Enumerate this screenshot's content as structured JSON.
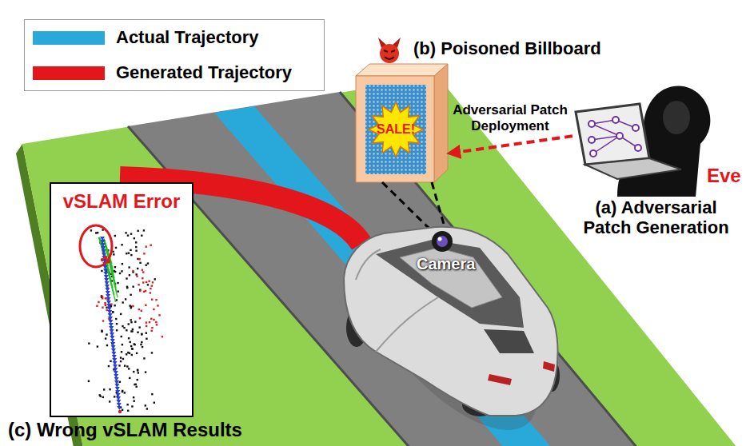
{
  "diagram": {
    "nodes": [
      {
        "text": [
          "(b) Poisoned Billboard",
          "SALE!"
        ]
      },
      {
        "text": [
          "Eve",
          "(a) Adversarial Patch Generation"
        ]
      },
      {
        "text": [
          "vSLAM Error",
          "(c) Wrong vSLAM Results"
        ]
      }
    ],
    "edges": [
      {
        "from": 1,
        "to": 0,
        "arrow": "to",
        "label": "Adversarial Patch Deployment"
      }
    ],
    "labels": [
      "Camera"
    ],
    "legend": [
      {
        "text": "Actual Trajectory",
        "color": "#29a9d9"
      },
      {
        "text": "Generated Trajectory",
        "color": "#e3161b"
      }
    ]
  }
}
